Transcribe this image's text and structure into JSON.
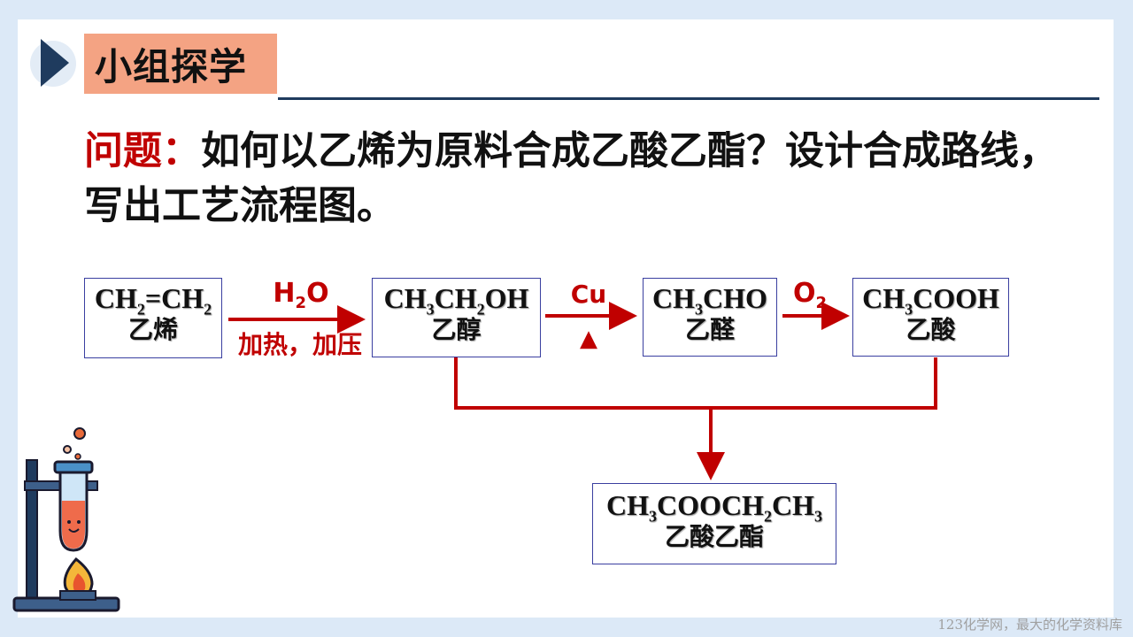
{
  "title": "小组探学",
  "question": {
    "label": "问题：",
    "text": "如何以乙烯为原料合成乙酸乙酯？设计合成路线，写出工艺流程图。"
  },
  "compounds": {
    "ethylene": {
      "f1": "CH",
      "s1": "2",
      "f2": "=CH",
      "s2": "2",
      "name": "乙烯"
    },
    "ethanol": {
      "f1": "CH",
      "s1": "3",
      "f2": "CH",
      "s2": "2",
      "f3": "OH",
      "name": "乙醇"
    },
    "acetaldehyde": {
      "f1": "CH",
      "s1": "3",
      "f2": "CHO",
      "name": "乙醛"
    },
    "acetic_acid": {
      "f1": "CH",
      "s1": "3",
      "f2": "COOH",
      "name": "乙酸"
    },
    "ester": {
      "f1": "CH",
      "s1": "3",
      "f2": "COOCH",
      "s2": "2",
      "f3": "CH",
      "s3": "3",
      "name": "乙酸乙酯"
    }
  },
  "conditions": {
    "step1_top": "H",
    "step1_top_sub": "2",
    "step1_top_end": "O",
    "step1_bottom": "加热，加压",
    "step2_top": "Cu",
    "step2_bottom": "▲",
    "step3_top": "O",
    "step3_top_sub": "2"
  },
  "colors": {
    "accent": "#c00000",
    "navy": "#1f3b5e",
    "title_bg": "#f4a383",
    "box_border": "#3a3fa0"
  },
  "footer": "123化学网，最大的化学资料库"
}
